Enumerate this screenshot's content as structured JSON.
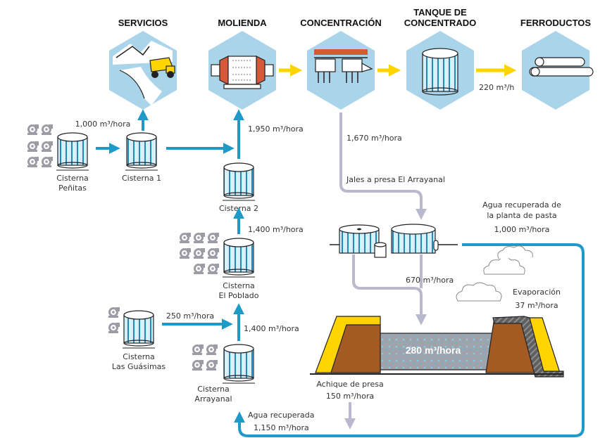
{
  "stages": {
    "servicios": "SERVICIOS",
    "molienda": "MOLIENDA",
    "concentracion": "CONCENTRACIÓN",
    "tanque_1": "TANQUE DE",
    "tanque_2": "CONCENTRADO",
    "ferroductos": "FERRODUCTOS"
  },
  "flows": {
    "servicios_in": "1,000 m³/hora",
    "molienda_in": "1,950 m³/hora",
    "ferroductos_rate": "220 m³/h",
    "concentracion_out": "1,670 m³/hora",
    "jales": "Jales a presa El Arrayanal",
    "recuperada_1": "Agua recuperada de",
    "recuperada_2": "la planta de pasta",
    "recuperada_rate": "1,000 m³/hora",
    "cisterna2_in": "1,400 m³/hora",
    "guasimas_out": "250 m³/hora",
    "arrayanal_out": "1,400 m³/hora",
    "thickener_out": "670 m³/hora",
    "evaporacion_label": "Evaporación",
    "evaporacion_rate": "37 m³/hora",
    "presa_rate": "280 m³/hora",
    "achique_label": "Achique de presa",
    "achique_rate": "150 m³/hora",
    "agua_rec_label": "Agua recuperada",
    "agua_rec_rate": "1,150 m³/hora"
  },
  "tanks": {
    "penitas_1": "Cisterna",
    "penitas_2": "Peñitas",
    "cisterna1": "Cisterna 1",
    "cisterna2": "Cisterna 2",
    "poblado_1": "Cisterna",
    "poblado_2": "El Poblado",
    "guasimas_1": "Cisterna",
    "guasimas_2": "Las Guásimas",
    "arrayanal_1": "Cisterna",
    "arrayanal_2": "Arrayanal"
  },
  "colors": {
    "blue": "#1e9ac8",
    "yellow": "#ffd400",
    "lavender": "#b9b8cf",
    "hex": "#a9d4ea",
    "tank": "#d8eef8",
    "pump": "#9e9aa6"
  }
}
